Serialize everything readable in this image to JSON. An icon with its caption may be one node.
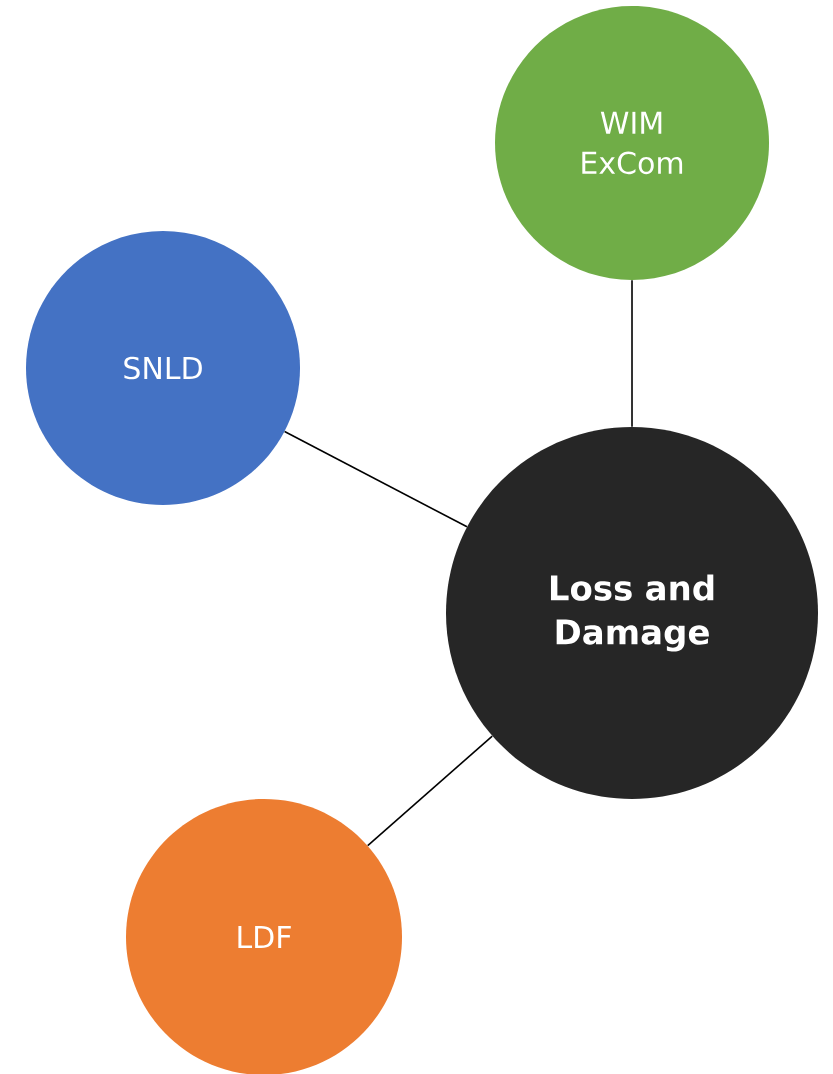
{
  "diagram": {
    "nodes": [
      {
        "text": [
          "WIM ExCom"
        ]
      },
      {
        "text": [
          "SNLD"
        ]
      },
      {
        "text": [
          "Loss and Damage"
        ]
      },
      {
        "text": [
          "LDF"
        ]
      }
    ],
    "edges": [
      {
        "from": 0,
        "to": 2,
        "arrow": "none"
      },
      {
        "from": 1,
        "to": 2,
        "arrow": "none"
      },
      {
        "from": 3,
        "to": 2,
        "arrow": "none"
      }
    ]
  }
}
